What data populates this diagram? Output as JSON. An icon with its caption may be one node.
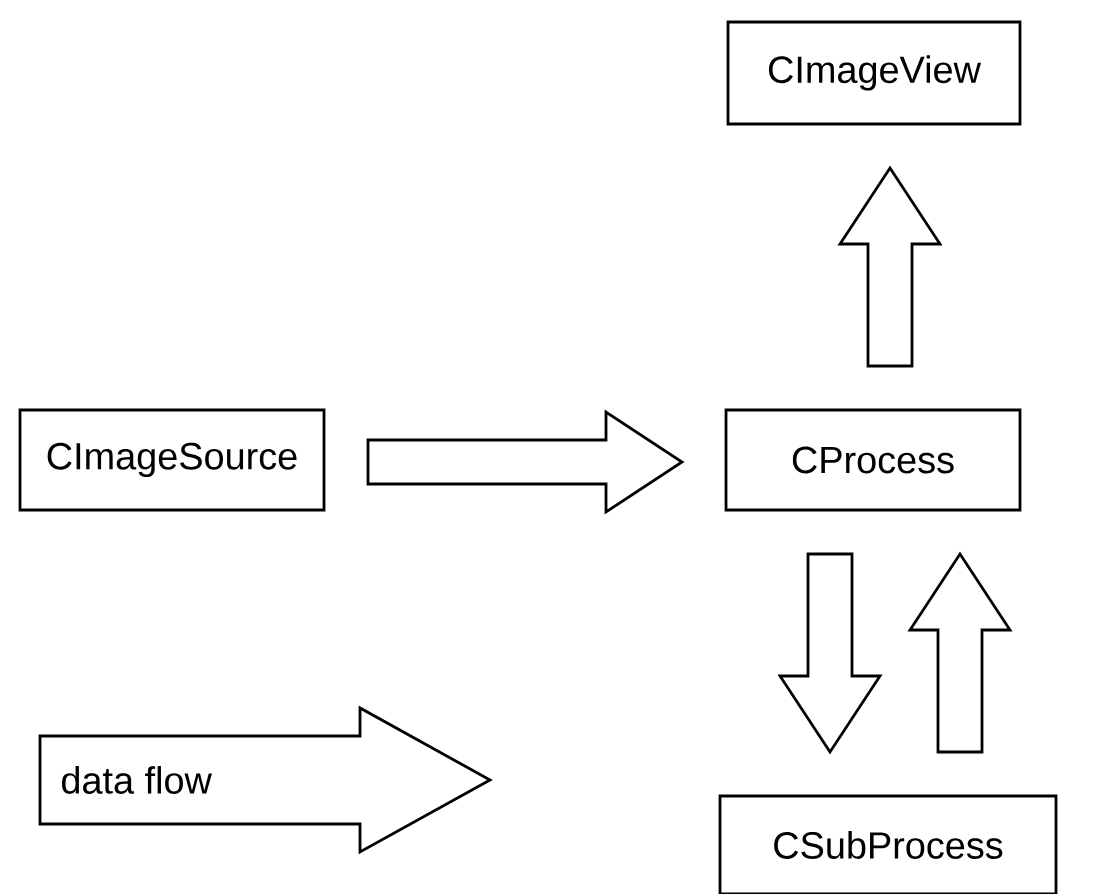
{
  "diagram": {
    "nodes": [
      {
        "text": [
          "CImageView"
        ]
      },
      {
        "text": [
          "CImageSource"
        ]
      },
      {
        "text": [
          "CProcess"
        ]
      },
      {
        "text": [
          "CSubProcess"
        ]
      }
    ],
    "edges": [
      {
        "from": 1,
        "to": 2,
        "arrow": "to"
      },
      {
        "from": 2,
        "to": 0,
        "arrow": "to"
      },
      {
        "from": 2,
        "to": 3,
        "arrow": "to"
      },
      {
        "from": 3,
        "to": 2,
        "arrow": "to"
      }
    ],
    "legend": [
      {
        "text": "data flow"
      }
    ]
  }
}
